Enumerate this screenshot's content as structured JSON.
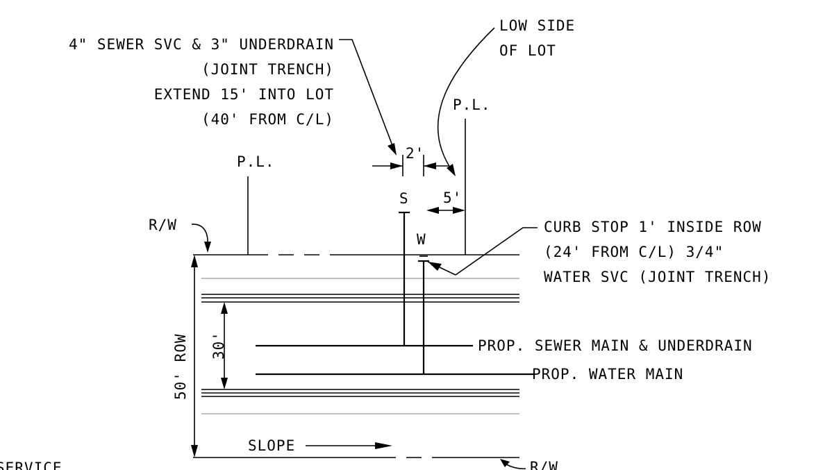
{
  "labels": {
    "sewer_note": {
      "line1": "4\" SEWER SVC & 3\" UNDERDRAIN",
      "line2": "(JOINT TRENCH)",
      "line3": "EXTEND 15' INTO LOT",
      "line4": "(40' FROM C/L)"
    },
    "low_side": {
      "line1": "LOW SIDE",
      "line2": "OF LOT"
    },
    "pl_left": "P.L.",
    "pl_right": "P.L.",
    "rw_top": "R/W",
    "rw_bottom": "R/W",
    "dim_2": "2'",
    "dim_5": "5'",
    "sewer_tag": "S",
    "water_tag": "W",
    "curb_stop": {
      "line1": "CURB STOP 1' INSIDE ROW",
      "line2": "(24' FROM C/L) 3/4\"",
      "line3": "WATER SVC (JOINT TRENCH)"
    },
    "dim_30": "30'",
    "row_50": "50' ROW",
    "sewer_main": "PROP. SEWER MAIN & UNDERDRAIN",
    "water_main": "PROP. WATER MAIN",
    "slope": "SLOPE",
    "service_cut": "SERVICE"
  }
}
